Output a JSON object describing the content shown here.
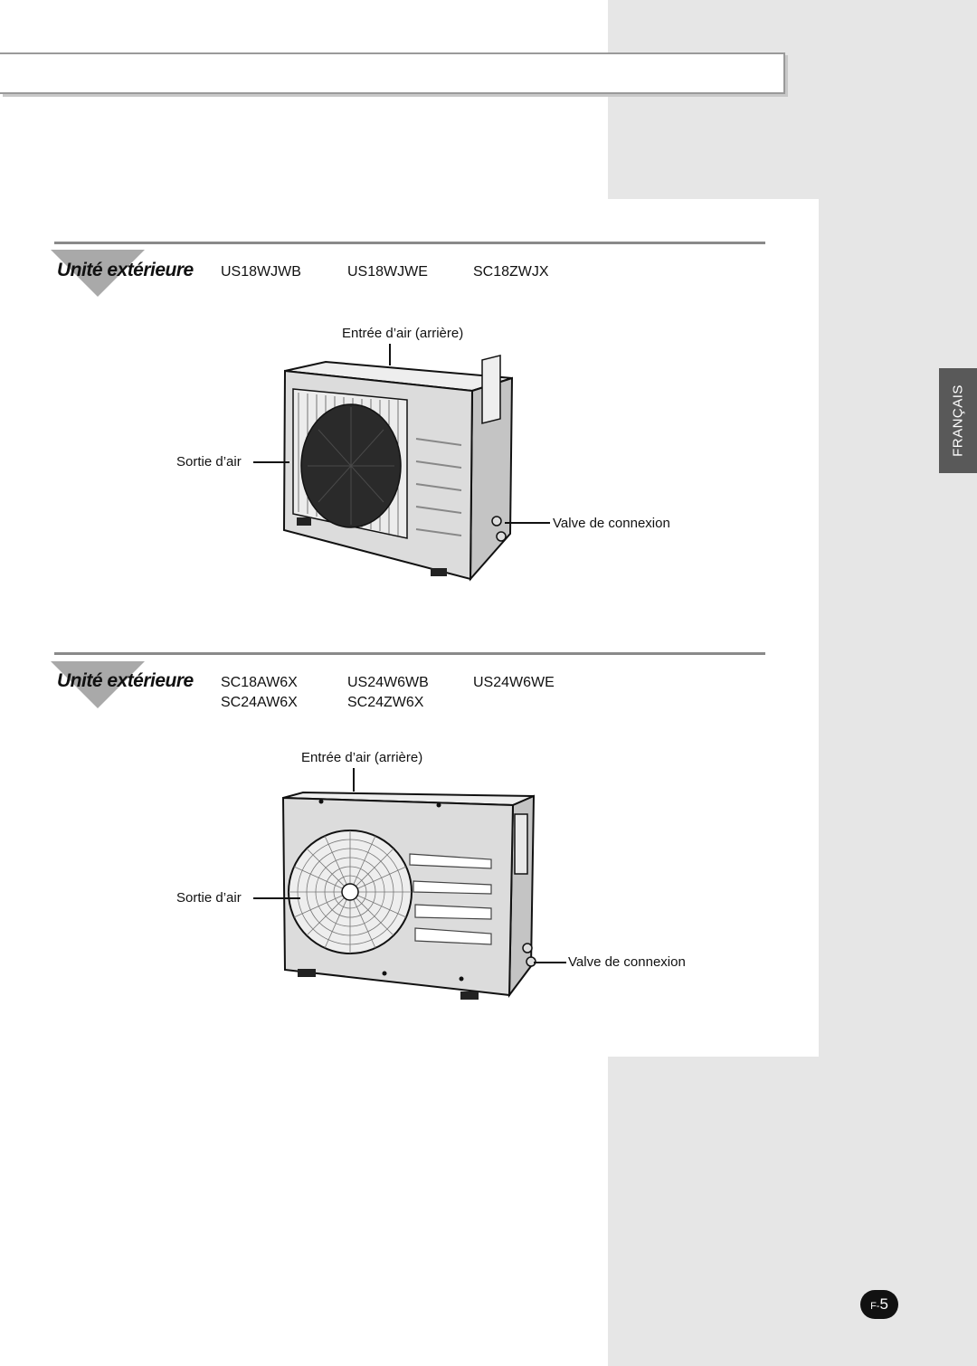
{
  "language_tab": "FRANÇAIS",
  "sections": [
    {
      "title": "Unité extérieure",
      "models_row1": [
        "US18WJWB",
        "US18WJWE",
        "SC18ZWJX"
      ],
      "labels": {
        "air_inlet": "Entrée d’air (arrière)",
        "air_outlet": "Sortie d’air",
        "valve": "Valve de connexion"
      }
    },
    {
      "title": "Unité extérieure",
      "models_row1": [
        "SC18AW6X",
        "US24W6WB",
        "US24W6WE"
      ],
      "models_row2": [
        "SC24AW6X",
        "SC24ZW6X"
      ],
      "labels": {
        "air_inlet": "Entrée d’air (arrière)",
        "air_outlet": "Sortie d’air",
        "valve": "Valve de connexion"
      }
    }
  ],
  "page_number": {
    "prefix": "F-",
    "number": "5"
  }
}
